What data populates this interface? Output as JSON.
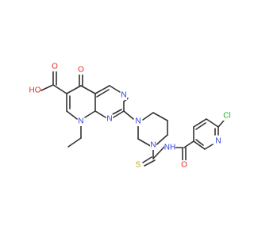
{
  "atoms": [
    {
      "id": "O_oh",
      "label": "HO",
      "color": "#e8291c"
    },
    {
      "id": "O_acid",
      "label": "O",
      "color": "#e8291c"
    },
    {
      "id": "O_keto",
      "label": "O",
      "color": "#e8291c"
    },
    {
      "id": "N_pyr1",
      "label": "N",
      "color": "#2b3fd8"
    },
    {
      "id": "N_pyr3",
      "label": "N",
      "color": "#2b3fd8"
    },
    {
      "id": "N_ring",
      "label": "N",
      "color": "#2b3fd8"
    },
    {
      "id": "N_pip1",
      "label": "N",
      "color": "#2b3fd8"
    },
    {
      "id": "N_pip4",
      "label": "N",
      "color": "#2b3fd8"
    },
    {
      "id": "N_amide",
      "label": "NH",
      "color": "#2b3fd8"
    },
    {
      "id": "S",
      "label": "S",
      "color": "#c9a400"
    },
    {
      "id": "O_amide",
      "label": "O",
      "color": "#e8291c"
    },
    {
      "id": "N_py",
      "label": "N",
      "color": "#2b3fd8"
    },
    {
      "id": "Cl",
      "label": "Cl",
      "color": "#22b022"
    }
  ]
}
